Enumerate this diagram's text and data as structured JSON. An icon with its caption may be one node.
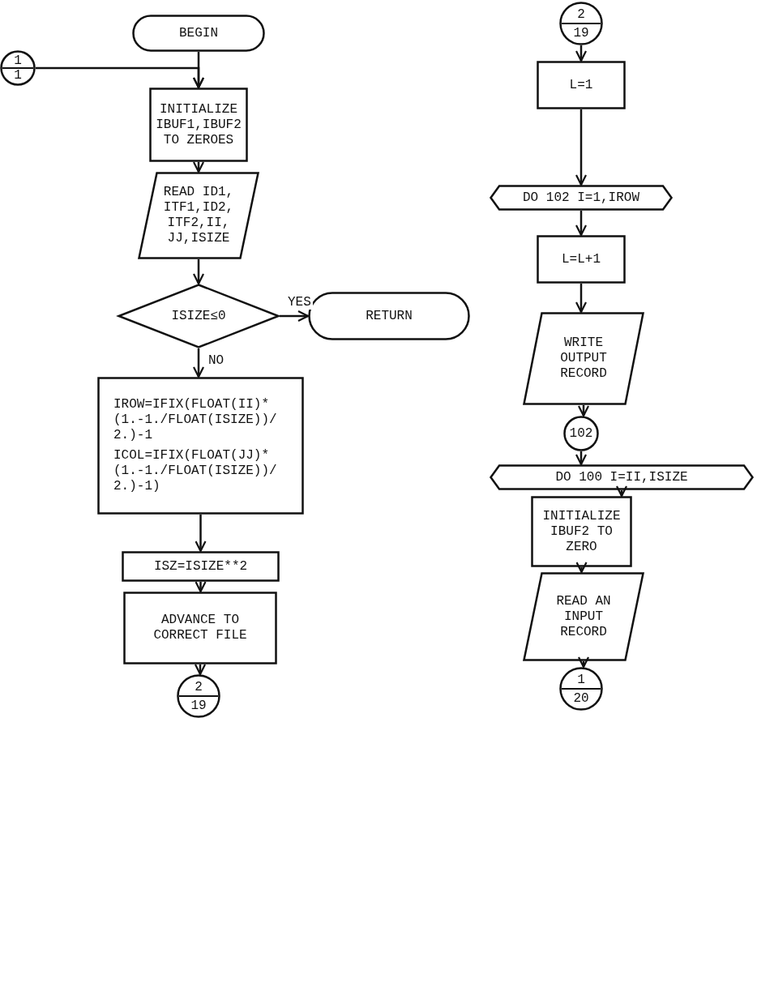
{
  "diagram": {
    "nodes": [
      {
        "text": [
          "BEGIN"
        ]
      },
      {
        "text": [
          "1",
          "1"
        ]
      },
      {
        "text": [
          "INITIALIZE IBUF1,IBUF2 TO ZEROES"
        ]
      },
      {
        "text": [
          "READ ID1, ITF1,ID2, ITF2,II, JJ,ISIZE"
        ]
      },
      {
        "text": [
          "ISIZE≤0"
        ]
      },
      {
        "text": [
          "RETURN"
        ]
      },
      {
        "text": [
          "IROW=IFIX(FLOAT(II)* (1.-1./FLOAT(ISIZE))/ 2.)-1",
          "ICOL=IFIX(FLOAT(JJ)* (1.-1./FLOAT(ISIZE))/ 2.)-1)"
        ]
      },
      {
        "text": [
          "ISZ=ISIZE**2"
        ]
      },
      {
        "text": [
          "ADVANCE TO CORRECT FILE"
        ]
      },
      {
        "text": [
          "2",
          "19"
        ]
      },
      {
        "text": [
          "2",
          "19"
        ]
      },
      {
        "text": [
          "L=1"
        ]
      },
      {
        "text": [
          "DO 102 I=1,IROW"
        ]
      },
      {
        "text": [
          "L=L+1"
        ]
      },
      {
        "text": [
          "WRITE OUTPUT RECORD"
        ]
      },
      {
        "text": [
          "102"
        ]
      },
      {
        "text": [
          "DO 100 I=II,ISIZE"
        ]
      },
      {
        "text": [
          "INITIALIZE IBUF2 TO ZERO"
        ]
      },
      {
        "text": [
          "READ AN INPUT RECORD"
        ]
      },
      {
        "text": [
          "1",
          "20"
        ]
      }
    ],
    "edges": [
      {
        "from": 0,
        "to": 2,
        "arrow": "to"
      },
      {
        "from": 1,
        "to": 2,
        "arrow": "to"
      },
      {
        "from": 2,
        "to": 3,
        "arrow": "to"
      },
      {
        "from": 3,
        "to": 4,
        "arrow": "to"
      },
      {
        "from": 4,
        "to": 5,
        "arrow": "to",
        "label": "YES"
      },
      {
        "from": 4,
        "to": 6,
        "arrow": "to",
        "label": "NO"
      },
      {
        "from": 6,
        "to": 7,
        "arrow": "to"
      },
      {
        "from": 7,
        "to": 8,
        "arrow": "to"
      },
      {
        "from": 8,
        "to": 9,
        "arrow": "to"
      },
      {
        "from": 10,
        "to": 11,
        "arrow": "to"
      },
      {
        "from": 11,
        "to": 12,
        "arrow": "to"
      },
      {
        "from": 12,
        "to": 13,
        "arrow": "to"
      },
      {
        "from": 13,
        "to": 14,
        "arrow": "to"
      },
      {
        "from": 14,
        "to": 15,
        "arrow": "to"
      },
      {
        "from": 15,
        "to": 16,
        "arrow": "to"
      },
      {
        "from": 16,
        "to": 17,
        "arrow": "to"
      },
      {
        "from": 17,
        "to": 18,
        "arrow": "to"
      },
      {
        "from": 18,
        "to": 19,
        "arrow": "to"
      }
    ]
  }
}
